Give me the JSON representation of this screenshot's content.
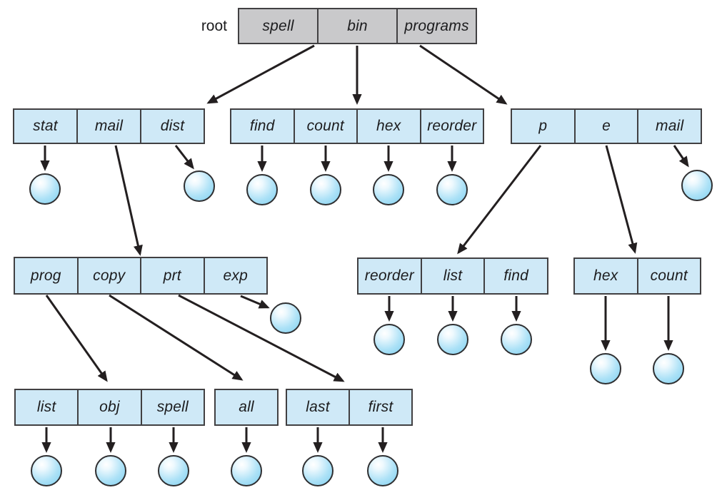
{
  "diagram": {
    "root_label": "root",
    "boxes": {
      "root": {
        "cells": [
          "spell",
          "bin",
          "programs"
        ]
      },
      "spell_dir": {
        "cells": [
          "stat",
          "mail",
          "dist"
        ]
      },
      "bin_dir": {
        "cells": [
          "find",
          "count",
          "hex",
          "reorder"
        ]
      },
      "programs_dir": {
        "cells": [
          "p",
          "e",
          "mail"
        ]
      },
      "mail_dir": {
        "cells": [
          "prog",
          "copy",
          "prt",
          "exp"
        ]
      },
      "p_dir": {
        "cells": [
          "reorder",
          "list",
          "find"
        ]
      },
      "e_dir": {
        "cells": [
          "hex",
          "count"
        ]
      },
      "prog_dir": {
        "cells": [
          "list",
          "obj",
          "spell"
        ]
      },
      "copy_dir": {
        "cells": [
          "all"
        ]
      },
      "prt_dir": {
        "cells": [
          "last",
          "first"
        ]
      }
    },
    "colors": {
      "root_box_fill": "#c9c9cb",
      "directory_box_fill": "#cfe9f7",
      "box_border": "#414042",
      "arrow": "#231f20",
      "file_fill_light": "#eef9fe",
      "file_fill_dark": "#7fd0f0"
    }
  }
}
